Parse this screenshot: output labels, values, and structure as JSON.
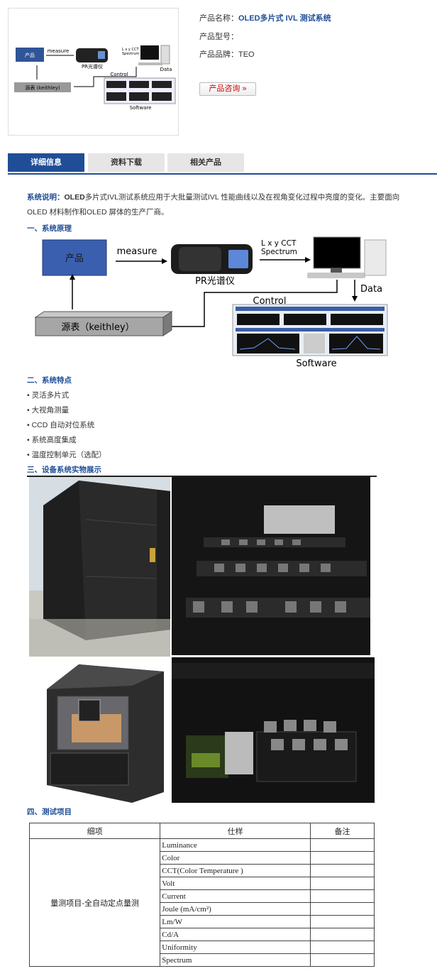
{
  "product": {
    "name_label": "产品名称：",
    "name_value": "OLED多片式 IVL 测试系统",
    "model_label": "产品型号：",
    "model_value": "",
    "brand_label": "产品品牌：",
    "brand_value": "TEO",
    "consult_button": "产品咨询 »"
  },
  "thumb_diagram": {
    "product_box": "产品",
    "measure": "measure",
    "instrument": "PR光谱仪",
    "lxy": "L x y CCT",
    "spectrum": "Spectrum",
    "data": "Data",
    "control": "Control",
    "source": "源表 (keithley)",
    "software": "Software"
  },
  "tabs": [
    "详细信息",
    "资料下载",
    "相关产品"
  ],
  "intro": {
    "label": "系统说明：",
    "bold": "OLED",
    "text": "多片式IVL测试系统应用于大批量测试IVL 性能曲线以及在视角变化过程中亮度的变化。主要面向",
    "text2": "OLED 材料制作和OLED 屏体的生产厂商。"
  },
  "sections": {
    "s1": "一、系统原理",
    "s2": "二、系统特点",
    "s3": "三、设备系统实物展示",
    "s4": "四、测试项目"
  },
  "diagram": {
    "product_box": "产品",
    "measure": "measure",
    "instrument": "PR光谱仪",
    "lxy": "L x y CCT",
    "spectrum": "Spectrum",
    "data": "Data",
    "control": "Control",
    "source": "源表（keithley）",
    "software": "Software"
  },
  "features": [
    "• 灵活多片式",
    "• 大视角测量",
    "• CCD 自动对位系统",
    "• 系统高度集成",
    "• 温度控制单元（选配）"
  ],
  "table": {
    "headers": [
      "细项",
      "仕样",
      "备注"
    ],
    "group_label": "量测项目-全自动定点量测",
    "items": [
      "Luminance",
      "Color",
      "CCT(Color Temperature )",
      "Volt",
      "Current",
      "Joule (mA/cm²)",
      "Lm/W",
      "Cd/A",
      "Uniformity",
      "Spectrum"
    ]
  }
}
